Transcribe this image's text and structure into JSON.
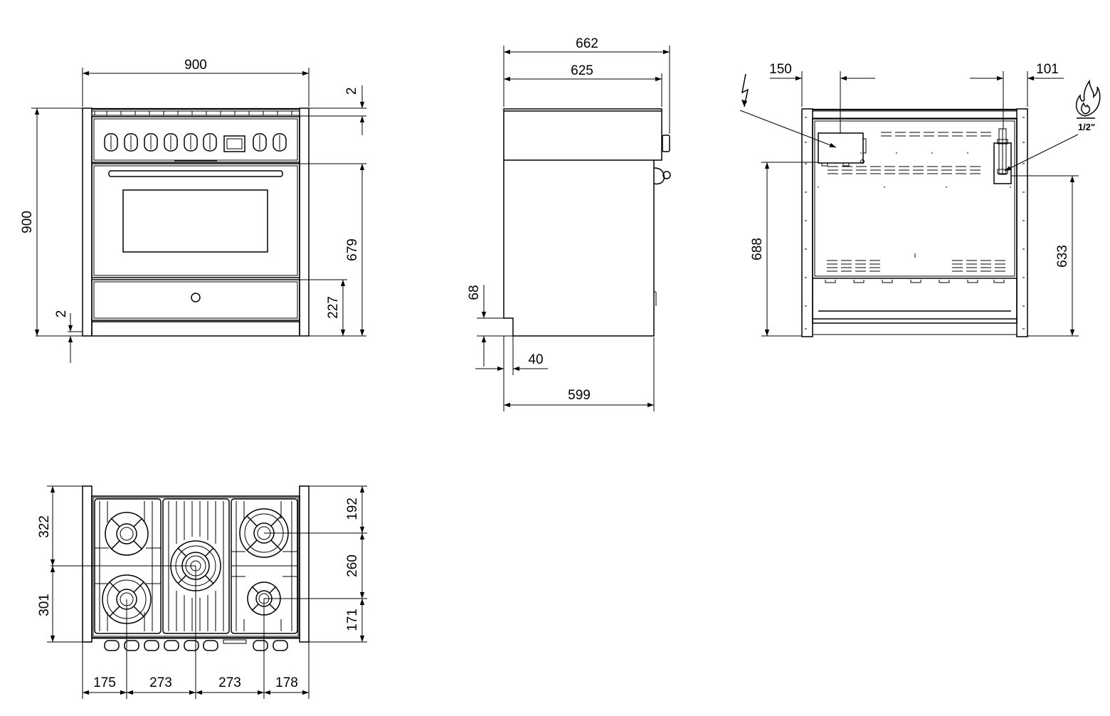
{
  "views": {
    "front": {
      "width_label": "900",
      "height_label": "900",
      "top_offset_label": "2",
      "bottom_offset_label": "2",
      "door_height_label": "679",
      "drawer_height_label": "227"
    },
    "side": {
      "total_depth_label": "662",
      "body_depth_label": "625",
      "base_depth_label": "599",
      "plinth_height_label": "68",
      "plinth_setback_label": "40"
    },
    "back": {
      "electric_offset_label": "150",
      "gas_offset_label": "101",
      "electric_height_label": "688",
      "gas_height_label": "633",
      "gas_thread_label": "1/2\""
    },
    "top": {
      "depth_front_label": "322",
      "depth_rear_label": "301",
      "right_front_label": "192",
      "right_mid_label": "260",
      "right_rear_label": "171",
      "span_1_label": "175",
      "span_2_label": "273",
      "span_3_label": "273",
      "span_4_label": "178"
    }
  },
  "icons": {
    "electric": "lightning-bolt-icon",
    "gas": "flame-icon"
  }
}
